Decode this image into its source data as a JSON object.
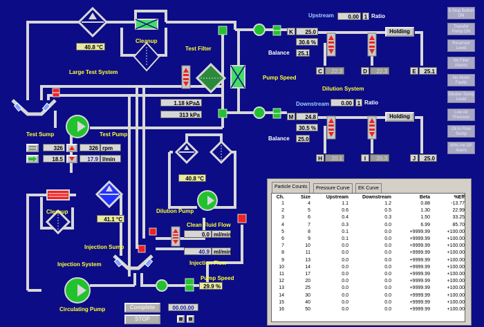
{
  "colors": {
    "background": "#0c0c86",
    "pipe": "#d8d8d8",
    "pump_green": "#22c22e",
    "valve_red": "#ee2222",
    "label_yellow": "#ffff33"
  },
  "large_test_system": {
    "title": "Large Test System",
    "temperature": "40.8 °C",
    "cleanup_label": "Cleanup",
    "test_filter_label": "Test Filter",
    "pump_speed_label": "Pump Speed",
    "pressure_delta": "1.18 kPaΔ",
    "pressure": "313  kPa",
    "test_sump_label": "Test Sump",
    "test_pump_label": "Test Pump",
    "rpm_set": "326",
    "rpm_value": "326",
    "rpm_unit": "rpm",
    "flow_set": "18.5",
    "flow_value": "17.9",
    "flow_unit": "l/min"
  },
  "upstream": {
    "label": "Upstream",
    "ratio_value": "0.00",
    "ratio_num": "1",
    "ratio_label": "Ratio",
    "k_tag": "K",
    "k_value": "25.0",
    "percent": "30.6 %",
    "holding_label": "Holding",
    "balance_label": "Balance",
    "balance_value": "25.1",
    "c_tag": "C",
    "c_value": "22.3",
    "d_tag": "D",
    "d_value": "22.3",
    "e_tag": "E",
    "e_value": "25.1",
    "dilution_system_label": "Dilution System"
  },
  "downstream": {
    "label": "Downstream",
    "ratio_value": "0.00",
    "ratio_num": "1",
    "ratio_label": "Ratio",
    "m_tag": "M",
    "m_value": "24.8",
    "percent": "30.5 %",
    "holding_label": "Holding",
    "balance_label": "Balance",
    "balance_value": "25.0",
    "h_tag": "H",
    "h_value": "20.1",
    "i_tag": "I",
    "i_value": "20.3",
    "j_tag": "J",
    "j_value": "25.0"
  },
  "dilution": {
    "temperature": "40.8 °C",
    "pump_label": "Dilution Pump",
    "clean_fluid_flow_label": "Clean Fluid Flow",
    "clean_fluid_flow_value": "0.0",
    "clean_fluid_flow_unit": "ml/min",
    "injection_flow_value": "40.9",
    "injection_flow_unit": "ml/min",
    "injection_flow_label": "Injection Flow",
    "pump_speed_label": "Pump Speed",
    "pump_speed_value": "29.9 %"
  },
  "injection_system": {
    "cleanup_label": "Cleanup",
    "temperature": "41.1 °C",
    "injection_sump_label": "Injection Sump",
    "title": "Injection System",
    "circulating_pump_label": "Circulating Pump"
  },
  "controls": {
    "complete_label": "Complete",
    "stop_label": "STOP",
    "timer": "00.00.00"
  },
  "side_buttons": [
    "5 Stop Button ON",
    "Transfer Pump ON",
    "Reservoir Level",
    "No Filter Alarms",
    "No Motor Faults",
    "Dilution Sump Level",
    "Low Air Pressure",
    "Oil in Flow Sump",
    "90% Init DP Alarm"
  ],
  "tabs": [
    "Particle Counts",
    "Pressure Curve",
    "EK Curve"
  ],
  "table": {
    "headers": [
      "Ch.",
      "Size",
      "Upstream",
      "Downstream",
      "Beta",
      "%Eff"
    ],
    "rows": [
      [
        "1",
        "4",
        "1.1",
        "1.2",
        "0.88",
        "-13.77"
      ],
      [
        "2",
        "5",
        "0.6",
        "0.5",
        "1.30",
        "22.99"
      ],
      [
        "3",
        "6",
        "0.4",
        "0.3",
        "1.50",
        "33.25"
      ],
      [
        "4",
        "7",
        "0.3",
        "0.0",
        "6.99",
        "85.70"
      ],
      [
        "5",
        "8",
        "0.1",
        "0.0",
        "+9999.99",
        "+100.00"
      ],
      [
        "6",
        "9",
        "0.1",
        "0.0",
        "+9999.99",
        "+100.00"
      ],
      [
        "7",
        "10",
        "0.0",
        "0.0",
        "+9999.99",
        "+100.00"
      ],
      [
        "8",
        "11",
        "0.0",
        "0.0",
        "+9999.99",
        "+100.00"
      ],
      [
        "9",
        "13",
        "0.0",
        "0.0",
        "+9999.99",
        "+100.00"
      ],
      [
        "10",
        "14",
        "0.0",
        "0.0",
        "+9999.99",
        "+100.00"
      ],
      [
        "11",
        "17",
        "0.0",
        "0.0",
        "+9999.99",
        "+100.00"
      ],
      [
        "12",
        "20",
        "0.0",
        "0.0",
        "+9999.99",
        "+100.00"
      ],
      [
        "13",
        "25",
        "0.0",
        "0.0",
        "+9999.99",
        "+100.00"
      ],
      [
        "14",
        "30",
        "0.0",
        "0.0",
        "+9999.99",
        "+100.00"
      ],
      [
        "15",
        "40",
        "0.0",
        "0.0",
        "+9999.99",
        "+100.00"
      ],
      [
        "16",
        "50",
        "0.0",
        "0.0",
        "+9999.99",
        "+100.00"
      ]
    ]
  }
}
